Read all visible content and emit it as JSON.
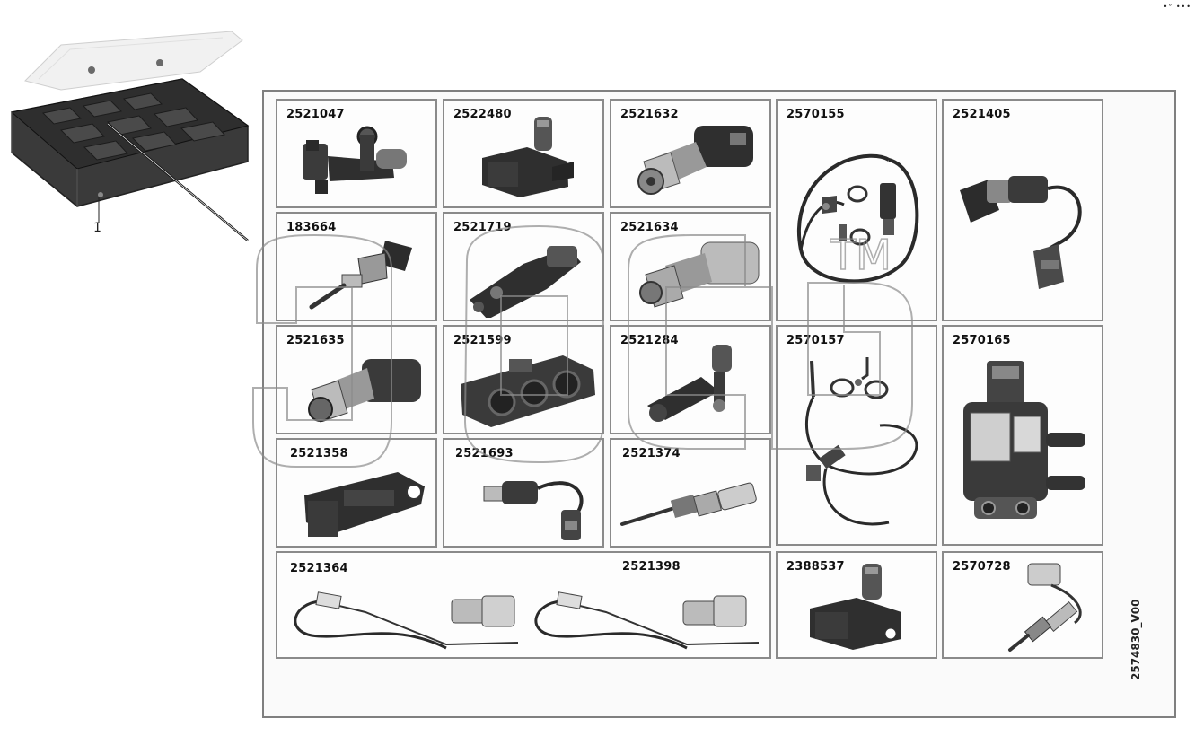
{
  "corner_mark": "•° •••",
  "callout_label": "1",
  "reference_code": "2574830_V00",
  "watermark_text": "TM",
  "cells": [
    {
      "id": "c1",
      "part_number": "2521047",
      "icon": "crankshaft-position-sensor"
    },
    {
      "id": "c2",
      "part_number": "2522480",
      "icon": "map-sensor"
    },
    {
      "id": "c3",
      "part_number": "2521632",
      "icon": "pressure-sensor"
    },
    {
      "id": "c4",
      "part_number": "2570155",
      "icon": "sensor-harness-kit"
    },
    {
      "id": "c5",
      "part_number": "2521405",
      "icon": "pigtail-pressure-sensor"
    },
    {
      "id": "c6",
      "part_number": "183664",
      "icon": "temperature-sensor"
    },
    {
      "id": "c7",
      "part_number": "2521719",
      "icon": "pressure-temp-sensor"
    },
    {
      "id": "c8",
      "part_number": "2521634",
      "icon": "pressure-sensor"
    },
    {
      "id": "c9",
      "part_number": "2521635",
      "icon": "pressure-sensor"
    },
    {
      "id": "c10",
      "part_number": "2521599",
      "icon": "multi-port-sensor"
    },
    {
      "id": "c11",
      "part_number": "2521284",
      "icon": "speed-sensor"
    },
    {
      "id": "c12",
      "part_number": "2570157",
      "icon": "sensor-harness-kit"
    },
    {
      "id": "c13",
      "part_number": "2570165",
      "icon": "differential-pressure-sensor"
    },
    {
      "id": "c14",
      "part_number": "2521358",
      "icon": "map-sensor"
    },
    {
      "id": "c15",
      "part_number": "2521693",
      "icon": "pigtail-pressure-sensor"
    },
    {
      "id": "c16",
      "part_number": "2521374",
      "icon": "probe-sensor"
    },
    {
      "id": "c17",
      "part_number": "2521364",
      "icon": "exhaust-temperature-sensor"
    },
    {
      "id": "c17b",
      "part_number": "2521398",
      "icon": "exhaust-temperature-sensor"
    },
    {
      "id": "c18",
      "part_number": "2388537",
      "icon": "map-sensor"
    },
    {
      "id": "c19",
      "part_number": "2570728",
      "icon": "probe-sensor"
    }
  ]
}
